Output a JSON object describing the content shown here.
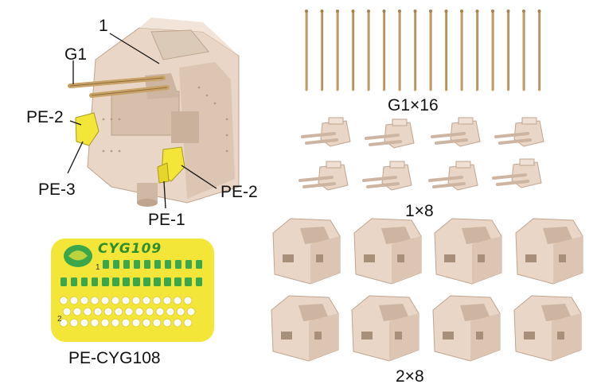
{
  "assembly_labels": {
    "part_1": "1",
    "part_g1": "G1",
    "pe_2_left": "PE-2",
    "pe_3": "PE-3",
    "pe_2_right": "PE-2",
    "pe_1": "PE-1"
  },
  "parts_groups": {
    "barrels_label": "G1×16",
    "guns_label": "1×8",
    "housings_label": "2×8"
  },
  "pe_sheet": {
    "code": "CYG109",
    "caption": "PE-CYG108",
    "row_marker_1": "1",
    "row_marker_2": "2"
  },
  "colors": {
    "resin": "#e9d6c6",
    "resin_shadow": "#cdb5a2",
    "barrel_brass": "#c8a266",
    "pe_fret": "#f4e639",
    "pe_green": "#3aa84a"
  }
}
